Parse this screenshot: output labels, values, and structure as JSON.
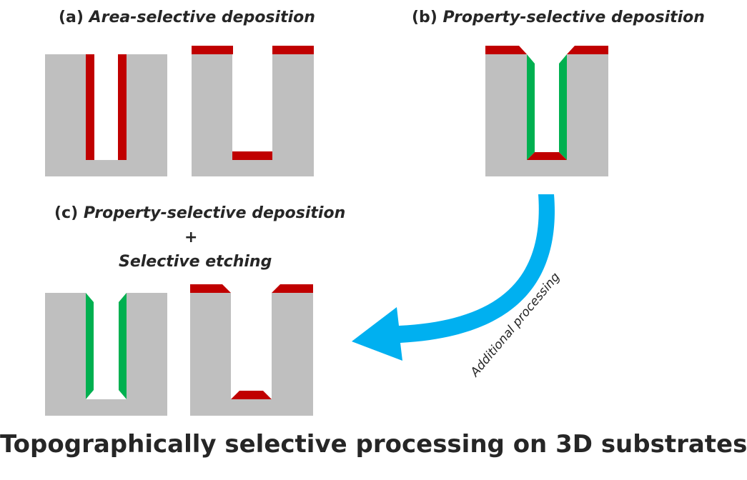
{
  "panels": {
    "a": {
      "prefix": "(a) ",
      "title": "Area-selective deposition"
    },
    "b": {
      "prefix": "(b) ",
      "title": "Property-selective deposition"
    },
    "c": {
      "prefix": "(c) ",
      "title": "Property-selective deposition",
      "plus": "+",
      "subtitle": "Selective etching"
    }
  },
  "arrow": {
    "label": "Additional processing"
  },
  "main_title": "Topographically selective processing on 3D substrates",
  "colors": {
    "substrate": "#bfbfbf",
    "deposit_red": "#c00000",
    "deposit_green": "#00b050",
    "arrow": "#00b0f0",
    "text": "#262626"
  }
}
